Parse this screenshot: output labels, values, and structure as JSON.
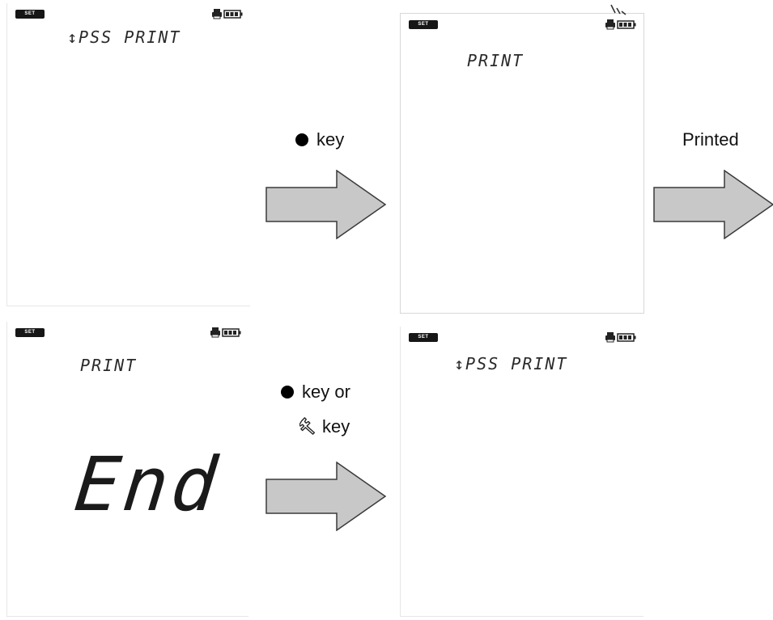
{
  "screens": {
    "top_left": {
      "badge": "SET",
      "line": "↕PSS PRINT"
    },
    "top_middle": {
      "badge": "SET",
      "line": "PRINT"
    },
    "bottom_left": {
      "badge": "SET",
      "line": "PRINT",
      "big": "End"
    },
    "bottom_middle": {
      "badge": "SET",
      "line": "↕PSS PRINT"
    }
  },
  "labels": {
    "step1": "key",
    "step2": "Printed",
    "step3_line1": "key or",
    "step3_line2": "key"
  },
  "icons": {
    "round_key": "filled-circle-icon",
    "tool_key": "wrench-icon",
    "status": [
      "printer-icon",
      "battery-icon"
    ]
  },
  "colors": {
    "arrow_fill": "#c8c8c8",
    "arrow_stroke": "#3a3a3a",
    "badge": "#161616"
  }
}
